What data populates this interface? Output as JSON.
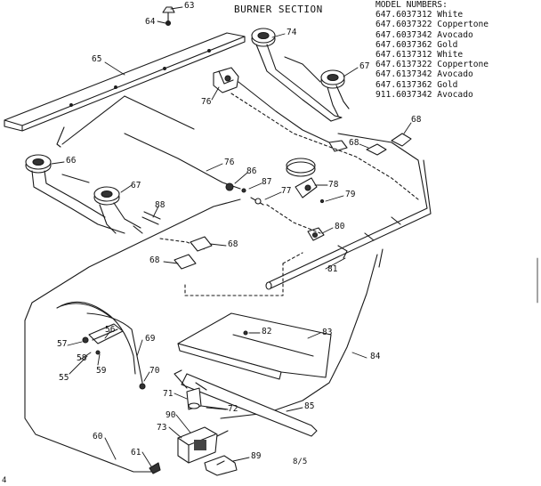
{
  "title": "BURNER SECTION",
  "models": {
    "heading": "MODEL NUMBERS:",
    "entries": [
      "647.6037312 White",
      "647.6037322 Coppertone",
      "647.6037342 Avocado",
      "647.6037362 Gold",
      "647.6137312 White",
      "647.6137322 Coppertone",
      "647.6137342 Avocado",
      "647.6137362 Gold",
      "911.6037342 Avocado"
    ]
  },
  "callouts": [
    "63",
    "64",
    "65",
    "74",
    "67",
    "76",
    "68",
    "68",
    "66",
    "76",
    "86",
    "87",
    "77",
    "78",
    "79",
    "67",
    "88",
    "80",
    "68",
    "68",
    "81",
    "82",
    "83",
    "84",
    "57",
    "56",
    "69",
    "58",
    "59",
    "55",
    "70",
    "71",
    "72",
    "85",
    "90",
    "73",
    "60",
    "61",
    "89"
  ],
  "page_number": "8/5",
  "corner_mark": "4"
}
